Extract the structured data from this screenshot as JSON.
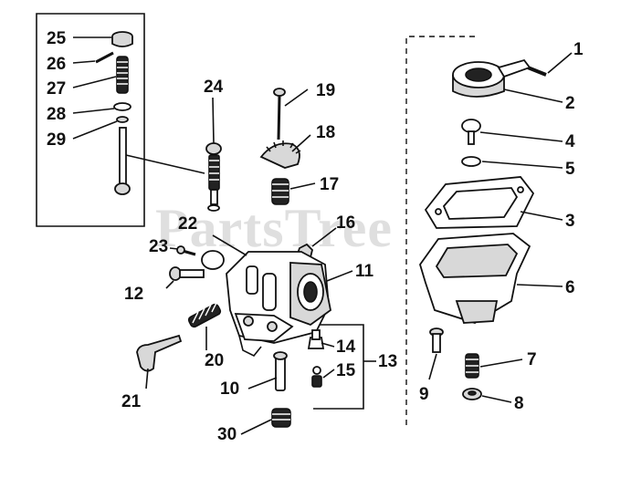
{
  "watermark": "PartsTree",
  "callouts": [
    "1",
    "2",
    "3",
    "4",
    "5",
    "6",
    "7",
    "8",
    "9",
    "10",
    "11",
    "12",
    "13",
    "14",
    "15",
    "16",
    "17",
    "18",
    "19",
    "20",
    "21",
    "22",
    "23",
    "24",
    "25",
    "26",
    "27",
    "28",
    "29",
    "30"
  ]
}
